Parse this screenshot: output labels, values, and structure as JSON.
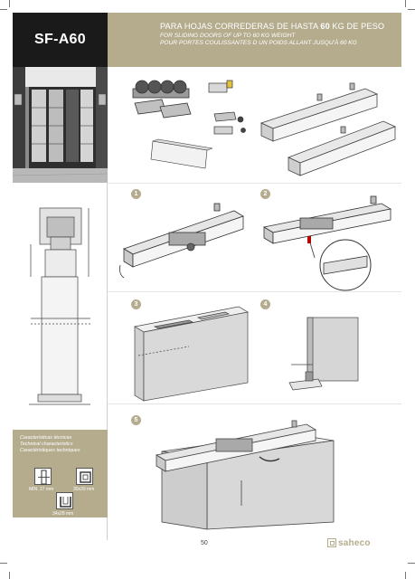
{
  "header": {
    "model_code": "SF-A60",
    "title_prefix": "PARA HOJAS CORREDERAS DE HASTA ",
    "title_weight": "60",
    "title_suffix": " KG DE PESO",
    "subtitle_en": "FOR SLIDING DOORS OF UP TO 60 KG WEIGHT",
    "subtitle_fr": "POUR PORTES COULISSANTES D UN POIDS ALLANT JUSQU'À 60 KG"
  },
  "technical": {
    "heading_es": "Características técnicas",
    "heading_en": "Technical characteristics",
    "heading_fr": "Caractéristiques techniques",
    "icons": [
      {
        "name": "wood-door-icon",
        "label": "MIN. 27 mm"
      },
      {
        "name": "rail-section-icon",
        "label": "30x39 mm"
      },
      {
        "name": "channel-profile-icon",
        "label": "34x28 mm"
      }
    ]
  },
  "steps": [
    {
      "number": "1"
    },
    {
      "number": "2"
    },
    {
      "number": "3"
    },
    {
      "number": "4"
    },
    {
      "number": "5"
    }
  ],
  "footer": {
    "page_number": "50",
    "brand": "saheco"
  },
  "colors": {
    "accent": "#b5ac8e",
    "dark": "#1a1a1a"
  }
}
